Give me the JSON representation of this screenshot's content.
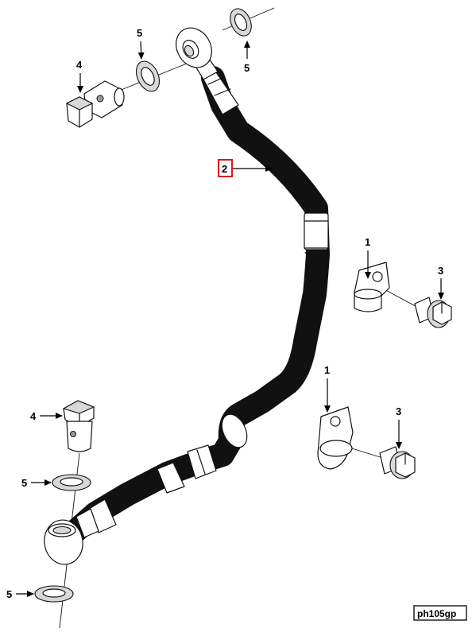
{
  "callouts": {
    "clip_upper": "1",
    "clip_lower": "1",
    "hose": "2",
    "bolt_upper": "3",
    "bolt_lower": "3",
    "banjo_bolt_upper": "4",
    "banjo_bolt_lower": "4",
    "washer_top_right": "5",
    "washer_top_left": "5",
    "washer_lower_a": "5",
    "washer_lower_b": "5"
  },
  "reference_code": "ph105gp",
  "colors": {
    "highlight": "#e0141e",
    "line": "#111111"
  }
}
